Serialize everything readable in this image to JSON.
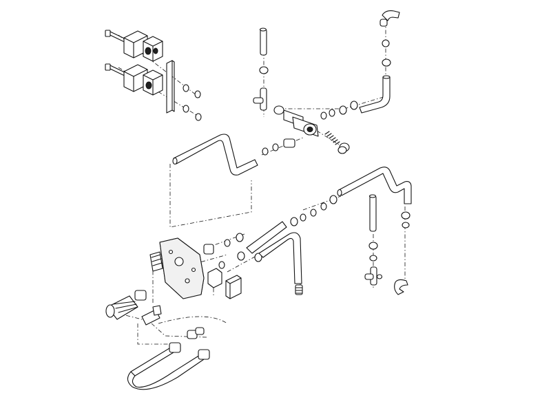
{
  "diagram": {
    "kind": "exploded-view line drawing",
    "colors": {
      "background": "#ffffff",
      "line": "#111111"
    },
    "groups": [
      "bolt-and-clamp-assembly",
      "tee-valve-assembly",
      "upper-right-pipe-with-elbow",
      "left-z-pipe",
      "long-right-pipe",
      "vertical-tube-with-tee",
      "bracket-plate-assembly",
      "quick-coupling-assembly",
      "flexible-hose-loop"
    ]
  }
}
